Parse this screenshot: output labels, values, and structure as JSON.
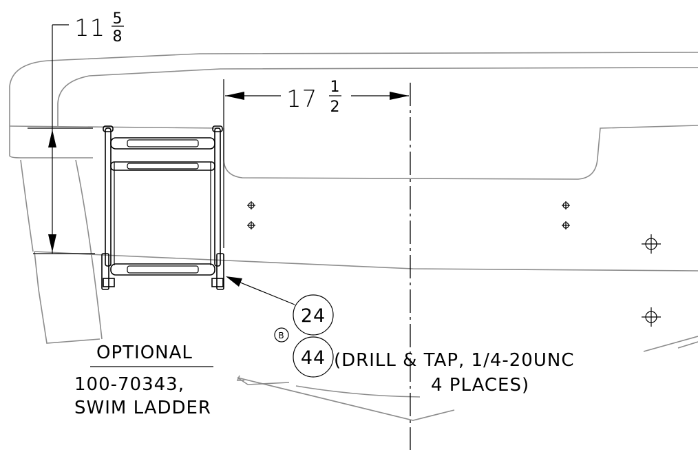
{
  "dimensions": {
    "height": {
      "whole": "11",
      "numerator": "5",
      "denominator": "8"
    },
    "offset": {
      "whole": "17",
      "numerator": "1",
      "denominator": "2"
    }
  },
  "callouts": {
    "ladder_item": "24",
    "drill_item": "44",
    "revision_marker": "B",
    "drill_note_line1": "(DRILL & TAP, 1/4-20UNC",
    "drill_note_line2": "4 PLACES)"
  },
  "ladder_label": {
    "line1": "OPTIONAL",
    "line2": "100-70343,",
    "line3": "SWIM LADDER"
  },
  "colors": {
    "ink": "#000000",
    "hull_line": "#8c8c8c",
    "background": "#ffffff"
  }
}
